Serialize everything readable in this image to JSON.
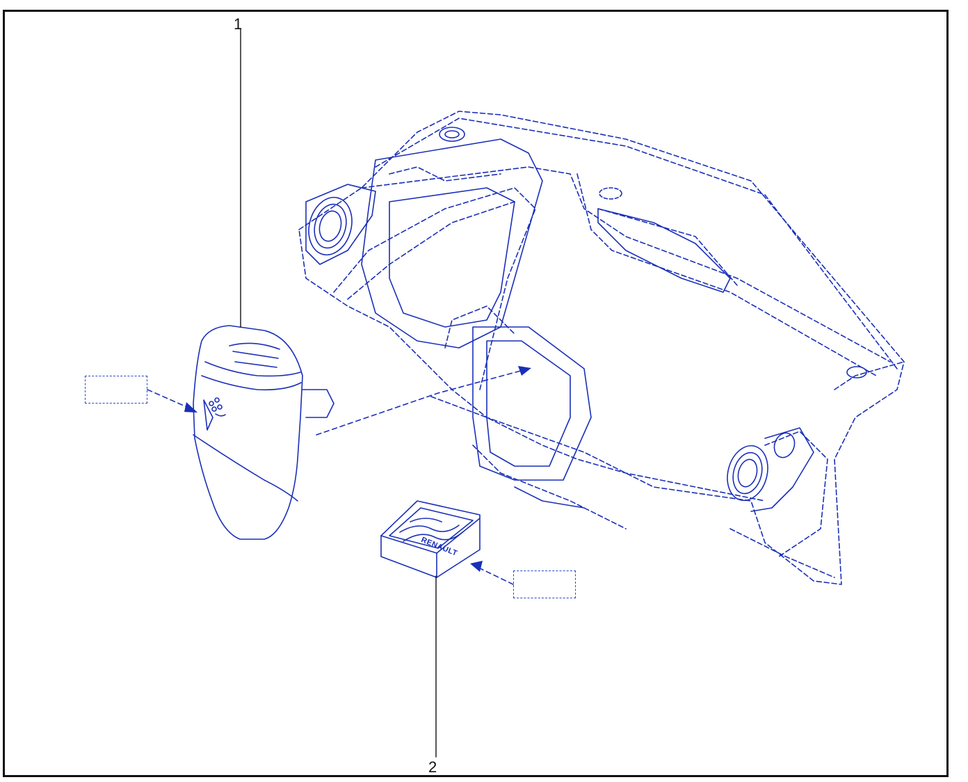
{
  "callouts": {
    "part1": "1",
    "part2": "2"
  },
  "parts": {
    "vent_brand": "RENAULT"
  },
  "colors": {
    "line": "#1a2fb8",
    "frame": "#111111",
    "background": "#ffffff"
  }
}
